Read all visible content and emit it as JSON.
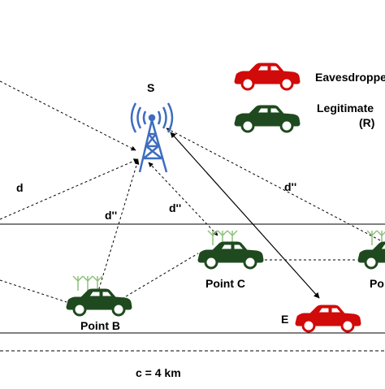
{
  "station": {
    "label": "S",
    "icon": "antenna-tower-icon"
  },
  "legend": {
    "eavesdropper_label": "Eavesdropper",
    "legitimate_label_line1": "Legitimate",
    "legitimate_label_line2": "(R)",
    "eavesdropper_icon": "red-car-icon",
    "legitimate_icon": "green-car-icon"
  },
  "distances": {
    "d": "d",
    "d2_left": "d''",
    "d2_mid": "d''",
    "d2_right": "d''"
  },
  "points": {
    "point_b": "Point B",
    "point_c": "Point C",
    "point_right_partial": "Po"
  },
  "eavesdropper_marker": "E",
  "road_length": "c = 4 km",
  "colors": {
    "eavesdropper_car": "#d10a0a",
    "legitimate_car": "#1f4a1f",
    "tower": "#3d6dbf",
    "antenna": "#8fc07a",
    "line": "#000000"
  }
}
